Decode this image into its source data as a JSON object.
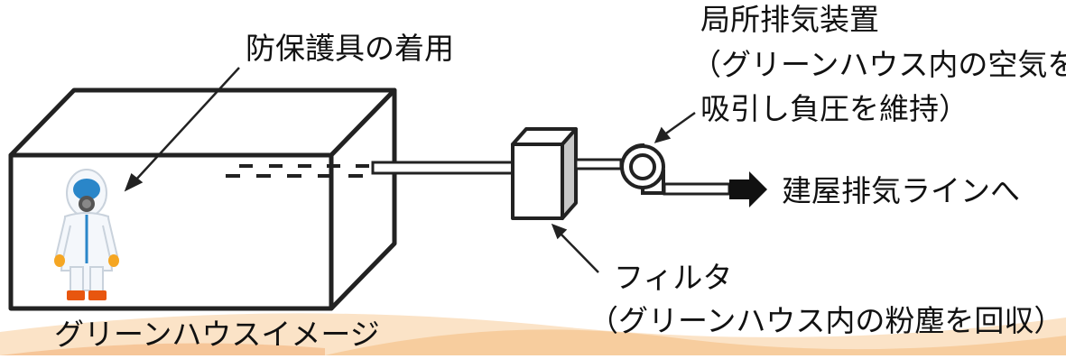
{
  "labels": {
    "protective_gear": "防保護具の着用",
    "exhaust_title": "局所排気装置",
    "exhaust_desc_1": "（グリーンハウス内の空気を",
    "exhaust_desc_2": "吸引し負圧を維持）",
    "to_exhaust_line": "建屋排気ラインへ",
    "filter_title": "フィルタ",
    "filter_desc": "（グリーンハウス内の粉塵を回収）",
    "greenhouse_caption": "グリーンハウスイメージ"
  },
  "icons": [
    "worker-protective-suit-icon",
    "fan-blower-icon",
    "arrow-right-icon"
  ],
  "colors": {
    "line": "#222222",
    "suit": "#ffffff",
    "visor": "#2a86c9",
    "gloves": "#f5a623",
    "boots": "#e8560f",
    "filter_side": "#c8c8c8",
    "wave_band": "#f6c996"
  }
}
